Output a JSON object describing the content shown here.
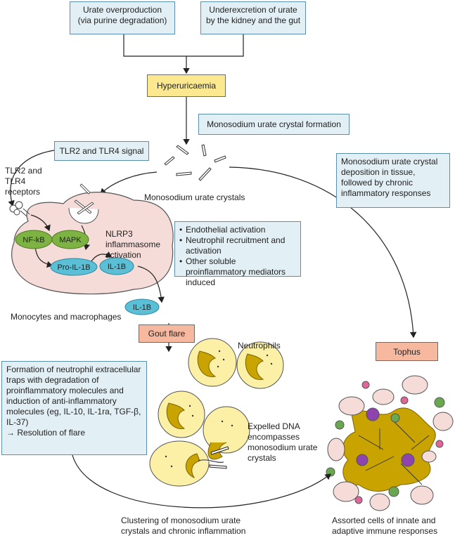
{
  "boxes": {
    "urate_overproduction": "Urate overproduction\n(via purine degradation)",
    "underexcretion": "Underexcretion of urate\nby the kidney and the gut",
    "hyperuricaemia": "Hyperuricaemia",
    "msu_crystal_formation": "Monosodium urate crystal formation",
    "tlr_signal": "TLR2 and TLR4 signal",
    "deposition": "Monosodium urate crystal\ndeposition in tissue,\nfollowed by chronic\ninflammatory responses",
    "endothelial_items": [
      "Endothelial activation",
      "Neutrophil recruitment and activation",
      "Other soluble proinflammatory mediators induced"
    ],
    "gout_flare": "Gout flare",
    "tophus": "Tophus",
    "net_resolution": "Formation of neutrophil extracellular traps with degradation of proinflammatory molecules and induction of anti-inflammatory molecules (eg, IL-10, IL-1ra, TGF-β, IL-37)\n→ Resolution of flare"
  },
  "labels": {
    "msu_crystals": "Monosodium urate crystals",
    "tlr_receptors": "TLR2 and\nTLR4\nreceptors",
    "nlrp3": "NLRP3\ninflammasome\nactivation",
    "monocytes": "Monocytes and macrophages",
    "neutrophils": "Neutrophils",
    "expelled_dna": "Expelled DNA\nencompasses\nmonosodium urate\ncrystals",
    "clustering": "Clustering of monosodium urate\ncrystals and chronic inflammation",
    "assorted_cells": "Assorted cells of innate and\nadaptive immune responses"
  },
  "molecules": {
    "nfkb": "NF-kB",
    "mapk": "MAPK",
    "pro_il1b": "Pro-IL-1B",
    "il1b": "IL-1B",
    "il1b_secreted": "IL-1B"
  },
  "colors": {
    "blue_box": "#e2eff5",
    "blue_border": "#5a8fb0",
    "yellow_box": "#fbe88f",
    "red_box": "#f7b8a0",
    "cell_pink": "#f6dcd8",
    "green_molecule": "#7cb342",
    "cyan_molecule": "#5bbfd6",
    "neutrophil_fill": "#fbf0a6",
    "nucleus": "#c9a400"
  }
}
